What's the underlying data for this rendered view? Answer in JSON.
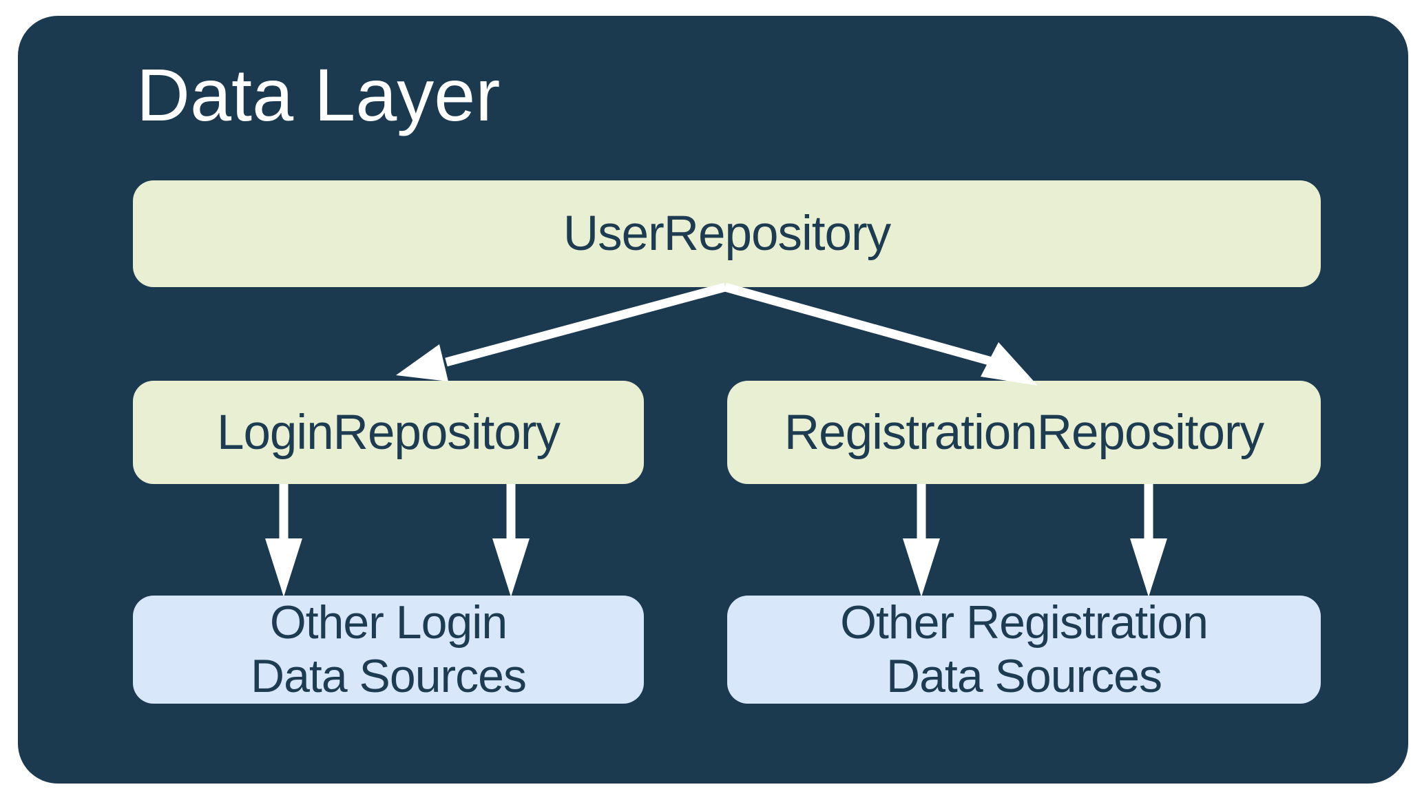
{
  "diagram": {
    "title": "Data Layer",
    "colors": {
      "container": "#1B394F",
      "repository_box": "#E9EFD2",
      "data_source_box": "#D8E8FA",
      "box_text": "#1D3B51",
      "title_text": "#FFFFFF",
      "arrow": "#FFFFFF",
      "page_bg": "#FFFFFF"
    },
    "nodes": {
      "user_repository": {
        "label": "UserRepository"
      },
      "login_repository": {
        "label": "LoginRepository"
      },
      "registration_repository": {
        "label": "RegistrationRepository"
      },
      "other_login_sources": {
        "label_line1": "Other Login",
        "label_line2": "Data Sources"
      },
      "other_registration_sources": {
        "label_line1": "Other Registration",
        "label_line2": "Data Sources"
      }
    },
    "edges": [
      {
        "from": "UserRepository",
        "to": "LoginRepository",
        "style": "arrow"
      },
      {
        "from": "UserRepository",
        "to": "RegistrationRepository",
        "style": "arrow"
      },
      {
        "from": "LoginRepository",
        "to": "Other Login Data Sources",
        "style": "arrow",
        "count": 2
      },
      {
        "from": "RegistrationRepository",
        "to": "Other Registration Data Sources",
        "style": "arrow",
        "count": 2
      }
    ]
  }
}
